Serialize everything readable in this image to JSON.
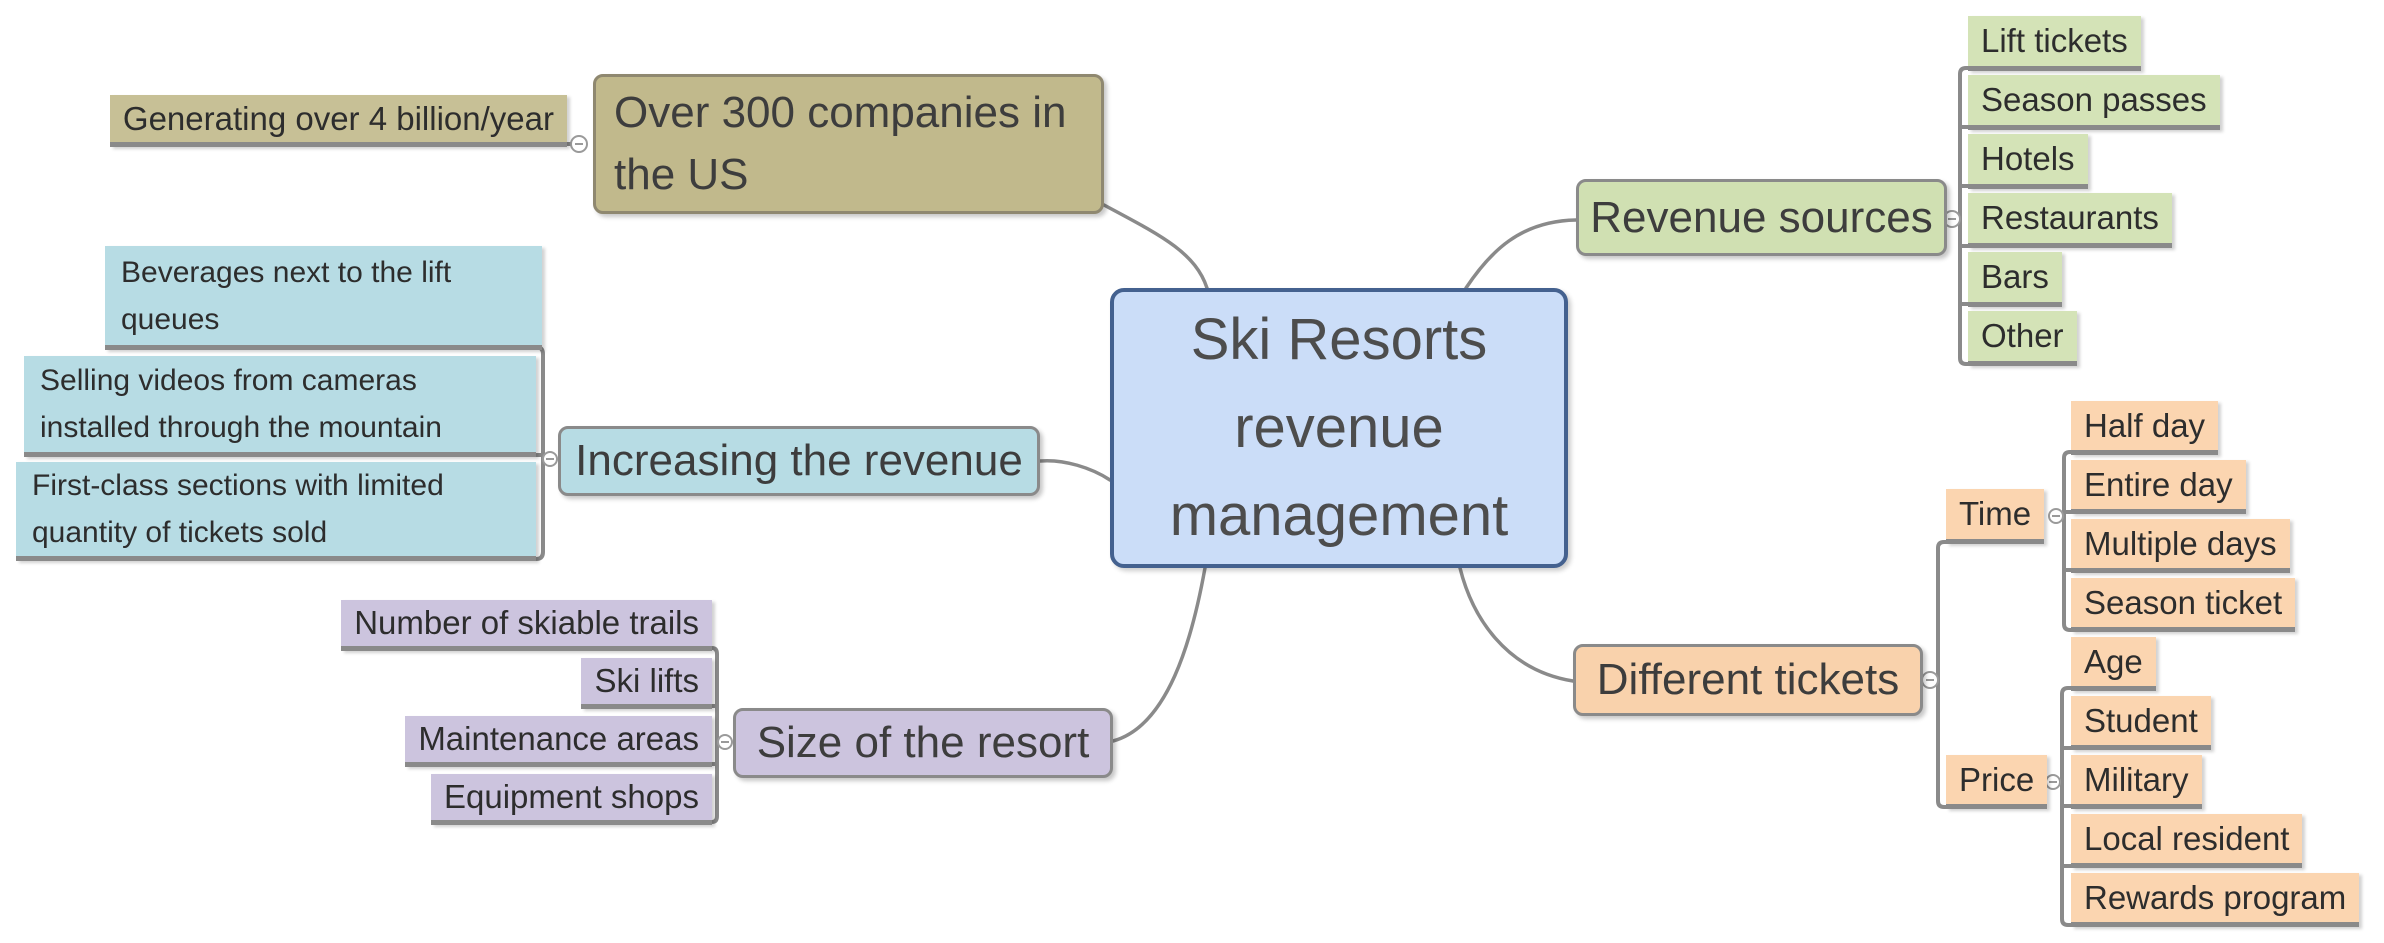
{
  "root": {
    "label": "Ski Resorts revenue management"
  },
  "branches": {
    "companies": {
      "label": "Over 300 companies in the US",
      "children": [
        {
          "label": "Generating over 4 billion/year"
        }
      ]
    },
    "increasing": {
      "label": "Increasing the revenue",
      "children": [
        {
          "label": "Beverages next to the lift queues"
        },
        {
          "label": "Selling videos from cameras installed through the mountain"
        },
        {
          "label": "First-class sections with limited quantity of tickets sold"
        }
      ]
    },
    "size": {
      "label": "Size of the resort",
      "children": [
        {
          "label": "Number of skiable trails"
        },
        {
          "label": "Ski lifts"
        },
        {
          "label": "Maintenance areas"
        },
        {
          "label": "Equipment shops"
        }
      ]
    },
    "sources": {
      "label": "Revenue sources",
      "children": [
        {
          "label": "Lift tickets"
        },
        {
          "label": "Season passes"
        },
        {
          "label": "Hotels"
        },
        {
          "label": "Restaurants"
        },
        {
          "label": "Bars"
        },
        {
          "label": "Other"
        }
      ]
    },
    "tickets": {
      "label": "Different tickets",
      "groups": [
        {
          "label": "Time",
          "children": [
            {
              "label": "Half day"
            },
            {
              "label": "Entire day"
            },
            {
              "label": "Multiple days"
            },
            {
              "label": "Season ticket"
            }
          ]
        },
        {
          "label": "Price",
          "children": [
            {
              "label": "Age"
            },
            {
              "label": "Student"
            },
            {
              "label": "Military"
            },
            {
              "label": "Local resident"
            },
            {
              "label": "Rewards program"
            }
          ]
        }
      ]
    }
  },
  "palette": {
    "center_fill": "#cbddf8",
    "center_border": "#44618f",
    "khaki_parent_fill": "#c1b98c",
    "khaki_child_fill": "#c7c096",
    "khaki_border": "#8f8870",
    "teal_fill": "#b7dce4",
    "purple_fill": "#ccc4de",
    "green_parent_fill": "#d0e0b2",
    "green_child_fill": "#d4e3b7",
    "peach_parent_fill": "#f9d2ac",
    "peach_child_fill": "#fbd5b0",
    "line_gray": "#8a8a8a",
    "toggle_gray": "#9a9a9a",
    "leaf_text": "#2d2d2d",
    "parent_text": "#3d3d3d",
    "center_text": "#4d4d4d",
    "background": "#ffffff"
  }
}
